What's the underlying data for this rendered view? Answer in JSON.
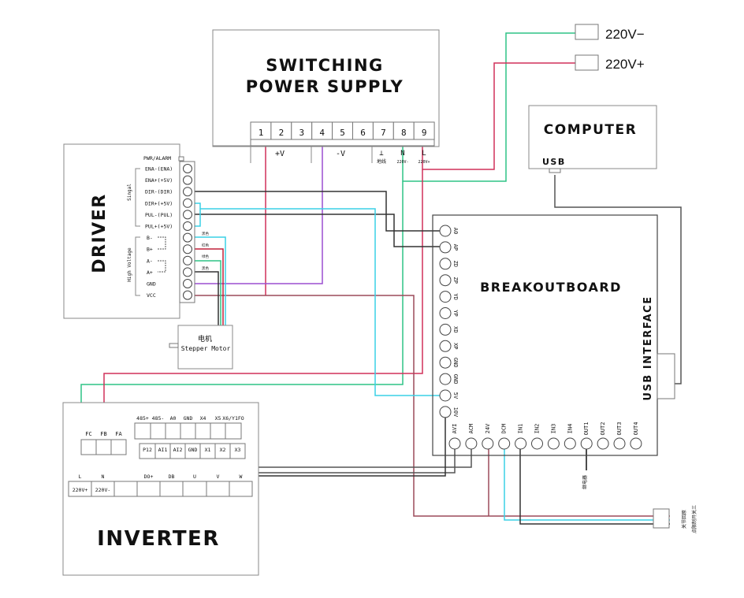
{
  "power_supply": {
    "title_line1": "SWITCHING",
    "title_line2": "POWER SUPPLY",
    "terminals": [
      "1",
      "2",
      "3",
      "4",
      "5",
      "6",
      "7",
      "8",
      "9"
    ],
    "group_labels": {
      "pos_v": "+V",
      "neg_v": "-V",
      "ground_symbol": "⊥",
      "ground_cn": "地线",
      "n": "N",
      "n_sub": "220V-",
      "l": "L",
      "l_sub": "220V+"
    }
  },
  "mains": {
    "minus_label": "220V−",
    "plus_label": "220V+"
  },
  "computer": {
    "title": "COMPUTER",
    "usb_label": "USB"
  },
  "driver": {
    "title": "DRIVER",
    "pwr_alarm": "PWR/ALARM",
    "signal_group": "Singal",
    "hv_group": "High Voltage",
    "pins": [
      "ENA-(ENA)",
      "ENA+(+5V)",
      "DIR-(DIR)",
      "DIR+(+5V)",
      "PUL-(PUL)",
      "PUL+(+5V)",
      "B-",
      "B+",
      "A-",
      "A+",
      "GND",
      "VCC"
    ],
    "wire_tags": [
      "黑色",
      "红色",
      "绿色",
      "黑色"
    ]
  },
  "motor": {
    "title_cn": "电机",
    "title": "Stepper Motor"
  },
  "breakout": {
    "title": "BREAKOUTBOARD",
    "usb_interface": "USB INTERFACE",
    "left_pins": [
      "A0",
      "AP",
      "ZD",
      "ZP",
      "YD",
      "YP",
      "XD",
      "XP",
      "GND",
      "GND",
      "5V",
      "10V"
    ],
    "bottom_pins": [
      "AVI",
      "ACM",
      "24V",
      "DCM",
      "IN1",
      "IN2",
      "IN3",
      "IN4",
      "OUT1",
      "OUT2",
      "OUT3",
      "OUT4"
    ],
    "relay_label": "继电器"
  },
  "limit_switch": {
    "label1": "关节回原",
    "label2": "点限制开关三"
  },
  "inverter": {
    "title": "INVERTER",
    "top_row": [
      "485+",
      "485-",
      "A0",
      "GND",
      "X4",
      "X5",
      "X6/Y1FO"
    ],
    "mid_row": [
      "P12",
      "AI1",
      "AI2",
      "GND",
      "X1",
      "X2",
      "X3"
    ],
    "relay_row": [
      "FC",
      "FB",
      "FA"
    ],
    "bottom_labels": [
      "L",
      "N",
      "",
      "DO+",
      "DB",
      "U",
      "V",
      "W"
    ],
    "bottom_cells": [
      "220V+",
      "220V-",
      "",
      "",
      "",
      "",
      "",
      ""
    ]
  },
  "colors": {
    "red": "#d0305a",
    "green": "#2ec486",
    "cyan": "#3ad0e6",
    "black": "#333333",
    "purple": "#9b4fd0",
    "brown": "#8b2a3a",
    "gray": "#666666"
  }
}
